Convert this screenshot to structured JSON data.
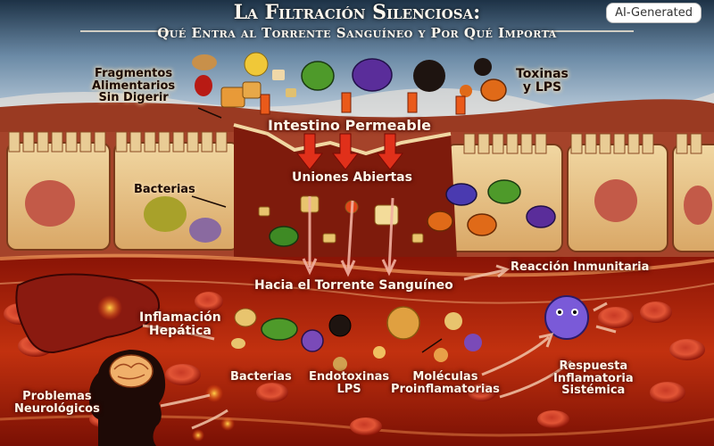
{
  "title": "La Filtración Silenciosa:",
  "subtitle": "Qué Entra al Torrente Sanguíneo y Por Qué Importa",
  "badge": "AI-Generated",
  "labels": {
    "undigested_food": "Fragmentos\nAlimentarios\nSin Digerir",
    "toxins_lps": "Toxinas\ny LPS",
    "leaky_gut": "Intestino Permeable",
    "open_junctions": "Uniones Abiertas",
    "bacteria_gut": "Bacterias",
    "to_bloodstream": "Hacia el Torrente Sanguíneo",
    "immune_reaction": "Reacción Inmunitaria",
    "liver_inflammation": "Inflamación\nHepática",
    "bacteria_blood": "Bacterias",
    "endotoxins": "Endotoxinas\nLPS",
    "proinflammatory": "Moléculas\nProinflamatorias",
    "systemic_response": "Respuesta\nInflamatoria\nSistémica",
    "neuro_problems": "Problemas\nNeurológicos"
  },
  "colors": {
    "background": "#2a0c06",
    "mucus": "#c8d8e6",
    "villi": "#e9cc95",
    "blood": "#b8250d",
    "bacteria_green": "#4e9a2a",
    "bacteria_purple": "#5a2d9a",
    "bacteria_orange": "#e06a18",
    "toxin_black": "#1e1410"
  }
}
